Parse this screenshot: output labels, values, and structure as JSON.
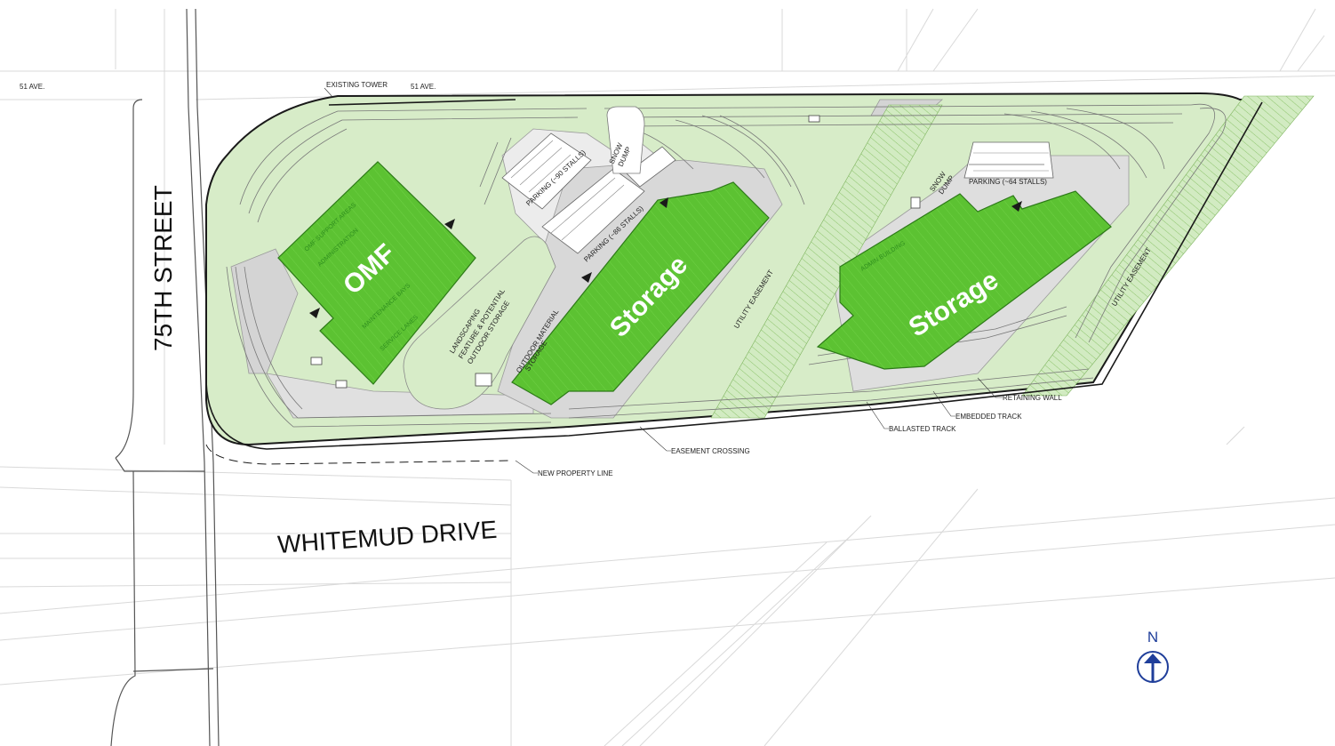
{
  "streets": {
    "avenue_left": "51 AVE.",
    "avenue_mid": "51 AVE.",
    "street_75th": "75TH STREET",
    "whitemud": "WHITEMUD DRIVE"
  },
  "buildings": {
    "omf": "OMF",
    "storage_west": "Storage",
    "storage_east": "Storage"
  },
  "labels": {
    "existing_tower": "EXISTING TOWER",
    "parking_90": "PARKING (~90 STALLS)",
    "parking_86": "PARKING (~86 STALLS)",
    "parking_64": "PARKING (~64 STALLS)",
    "snow_dump_west": [
      "SNOW",
      "DUMP"
    ],
    "snow_dump_east": [
      "SNOW",
      "DUMP"
    ],
    "landscaping": [
      "LANDSCAPING",
      "FEATURE & POTENTIAL",
      "OUTDOOR STORAGE"
    ],
    "outdoor_material": [
      "OUTDOOR MATERIAL",
      "STORAGE"
    ],
    "utility_easement_mid": "UTILITY EASEMENT",
    "utility_easement_east": "UTILITY EASEMENT",
    "retaining_wall": "RETAINING WALL",
    "embedded_track": "EMBEDDED TRACK",
    "ballasted_track": "BALLASTED TRACK",
    "easement_crossing": "EASEMENT CROSSING",
    "new_property_line": "NEW PROPERTY LINE",
    "north": "N"
  },
  "colors": {
    "building_green": "#5cc232",
    "building_edge": "#2d7a18",
    "landscape_green": "#d7ecc8",
    "pavement_grey": "#cfcfcf",
    "easement_hatch": "#b9dca4",
    "north_arrow": "#1f3e9a"
  }
}
